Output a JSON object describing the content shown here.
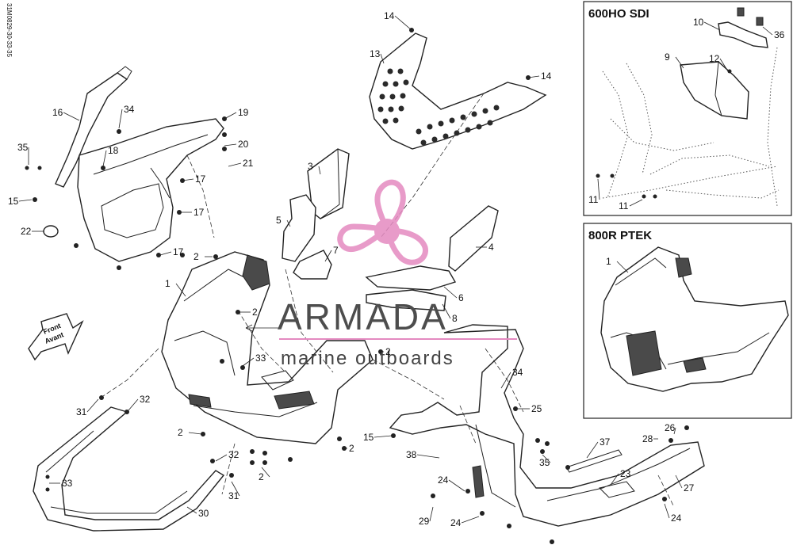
{
  "document_id": "31M0829-30-33-35",
  "front_arrow": {
    "line1": "Front",
    "line2": "Avant"
  },
  "watermark": {
    "brand": "ARMADA",
    "tagline": "marine outboards",
    "accent": "#e48ac0"
  },
  "inset_panels": [
    {
      "title": "600HO SDI"
    },
    {
      "title": "800R PTEK"
    }
  ],
  "callouts": [
    {
      "id": "c14a",
      "n": "14"
    },
    {
      "id": "c13",
      "n": "13"
    },
    {
      "id": "c14b",
      "n": "14"
    },
    {
      "id": "c16",
      "n": "16"
    },
    {
      "id": "c34a",
      "n": "34"
    },
    {
      "id": "c19",
      "n": "19"
    },
    {
      "id": "c20",
      "n": "20"
    },
    {
      "id": "c35a",
      "n": "35"
    },
    {
      "id": "c18",
      "n": "18"
    },
    {
      "id": "c21",
      "n": "21"
    },
    {
      "id": "c17a",
      "n": "17"
    },
    {
      "id": "c15a",
      "n": "15"
    },
    {
      "id": "c17b",
      "n": "17"
    },
    {
      "id": "c22",
      "n": "22"
    },
    {
      "id": "c17c",
      "n": "17"
    },
    {
      "id": "c3",
      "n": "3"
    },
    {
      "id": "c5",
      "n": "5"
    },
    {
      "id": "c4",
      "n": "4"
    },
    {
      "id": "c7",
      "n": "7"
    },
    {
      "id": "c6",
      "n": "6"
    },
    {
      "id": "c8",
      "n": "8"
    },
    {
      "id": "c2a",
      "n": "2"
    },
    {
      "id": "c1",
      "n": "1"
    },
    {
      "id": "c2b",
      "n": "2"
    },
    {
      "id": "c33a",
      "n": "33"
    },
    {
      "id": "c2c",
      "n": "2"
    },
    {
      "id": "c34b",
      "n": "34"
    },
    {
      "id": "c31a",
      "n": "31"
    },
    {
      "id": "c32a",
      "n": "32"
    },
    {
      "id": "c25",
      "n": "25"
    },
    {
      "id": "c2d",
      "n": "2"
    },
    {
      "id": "c15b",
      "n": "15"
    },
    {
      "id": "c2e",
      "n": "2"
    },
    {
      "id": "c35b",
      "n": "35"
    },
    {
      "id": "c37",
      "n": "37"
    },
    {
      "id": "c38",
      "n": "38"
    },
    {
      "id": "c26",
      "n": "26"
    },
    {
      "id": "c28",
      "n": "28"
    },
    {
      "id": "c2f",
      "n": "2"
    },
    {
      "id": "c32b",
      "n": "32"
    },
    {
      "id": "c33b",
      "n": "33"
    },
    {
      "id": "c31b",
      "n": "31"
    },
    {
      "id": "c24a",
      "n": "24"
    },
    {
      "id": "c23",
      "n": "23"
    },
    {
      "id": "c27",
      "n": "27"
    },
    {
      "id": "c30",
      "n": "30"
    },
    {
      "id": "c29",
      "n": "29"
    },
    {
      "id": "c24b",
      "n": "24"
    },
    {
      "id": "c24c",
      "n": "24"
    },
    {
      "id": "c10",
      "n": "10"
    },
    {
      "id": "c36",
      "n": "36"
    },
    {
      "id": "c9",
      "n": "9"
    },
    {
      "id": "c12",
      "n": "12"
    },
    {
      "id": "c11a",
      "n": "11"
    },
    {
      "id": "c11b",
      "n": "11"
    },
    {
      "id": "c1b",
      "n": "1"
    }
  ]
}
